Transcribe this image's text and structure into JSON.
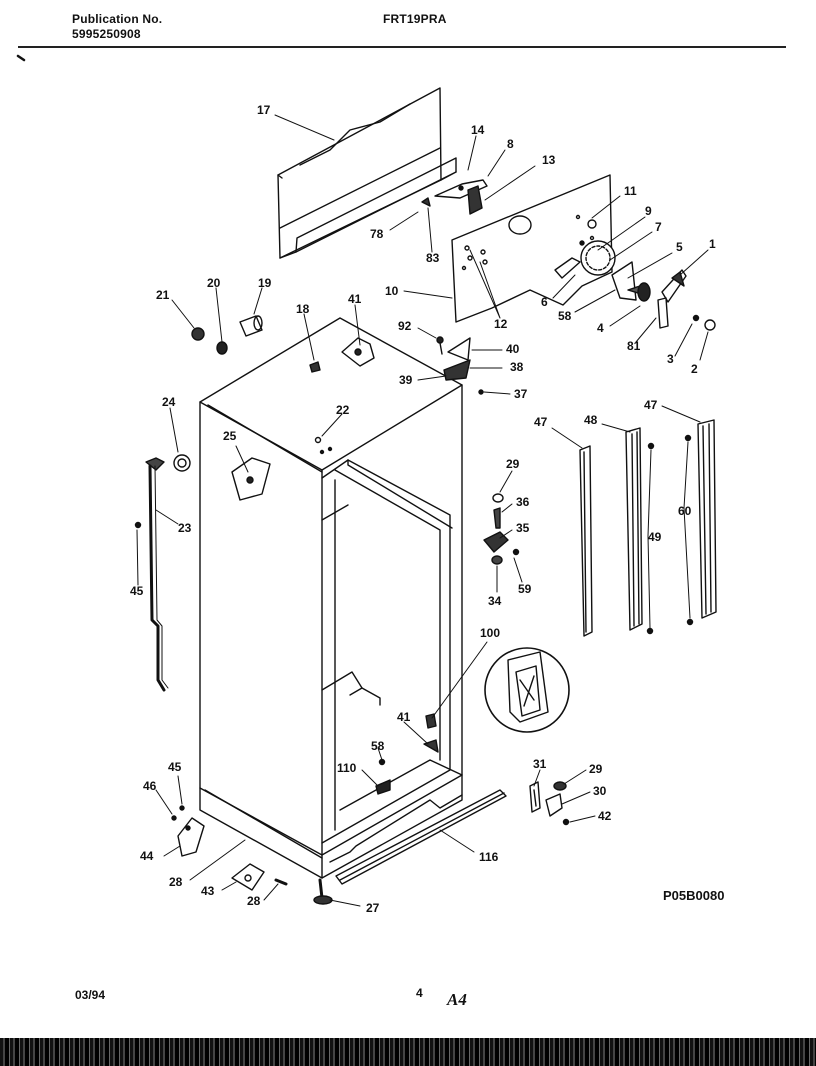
{
  "header": {
    "publication_label": "Publication No.",
    "publication_number": "5995250908",
    "model": "FRT19PRA"
  },
  "footer": {
    "date": "03/94",
    "page": "4",
    "section": "A4",
    "diagram_code": "P05B0080"
  },
  "callouts": {
    "c17": "17",
    "c14": "14",
    "c8": "8",
    "c13": "13",
    "c11": "11",
    "c9": "9",
    "c7": "7",
    "c5": "5",
    "c1": "1",
    "c78": "78",
    "c83": "83",
    "c10": "10",
    "c12": "12",
    "c6": "6",
    "c58a": "58",
    "c4": "4",
    "c81": "81",
    "c3": "3",
    "c2": "2",
    "c21": "21",
    "c20": "20",
    "c19": "19",
    "c18": "18",
    "c41a": "41",
    "c92": "92",
    "c40": "40",
    "c38": "38",
    "c39": "39",
    "c37": "37",
    "c22": "22",
    "c24": "24",
    "c25": "25",
    "c23": "23",
    "c45a": "45",
    "c29a": "29",
    "c36": "36",
    "c35": "35",
    "c59": "59",
    "c34": "34",
    "c47a": "47",
    "c48": "48",
    "c47b": "47",
    "c49": "49",
    "c60": "60",
    "c100": "100",
    "c41b": "41",
    "c58b": "58",
    "c110": "110",
    "c31": "31",
    "c29b": "29",
    "c30": "30",
    "c42": "42",
    "c45b": "45",
    "c46": "46",
    "c44": "44",
    "c28a": "28",
    "c43": "43",
    "c28b": "28",
    "c27": "27",
    "c116": "116"
  }
}
